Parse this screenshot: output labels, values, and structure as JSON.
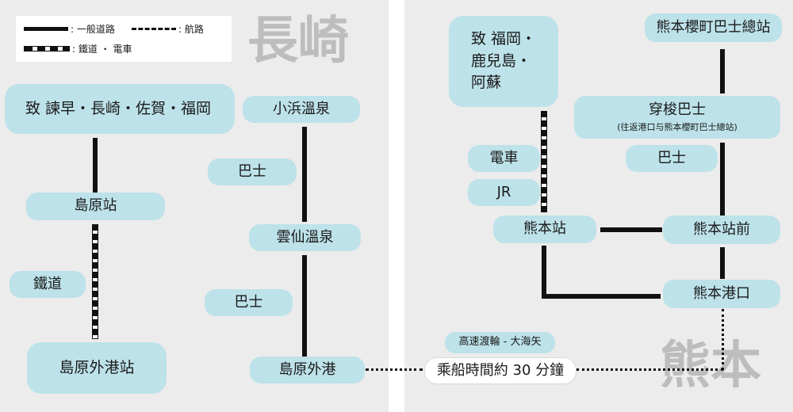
{
  "legend": {
    "road": ": 一般道路",
    "sea": ": 航路",
    "rail": ": 鐵道 ・ 電車"
  },
  "regions": {
    "left": "長崎",
    "right": "熊本"
  },
  "nagasaki": {
    "to_isahaya": "致 諫早・長崎・佐賀・福岡",
    "shimabara_station": "島原站",
    "railway": "鐵道",
    "shimabara_gaiko_station": "島原外港站",
    "obama_onsen": "小浜溫泉",
    "bus_1": "巴士",
    "unzen_onsen": "雲仙溫泉",
    "bus_2": "巴士",
    "shimabara_port": "島原外港"
  },
  "kumamoto": {
    "to_fukuoka": "致 福岡・\n鹿兒島・\n阿蘇",
    "sakuramachi": "熊本櫻町巴士總站",
    "shuttle_title": "穿梭巴士",
    "shuttle_sub": "(往返港口与熊本櫻町巴士總站)",
    "tram": "電車",
    "jr": "JR",
    "bus": "巴士",
    "kumamoto_station": "熊本站",
    "station_front": "熊本站前",
    "kumamoto_port": "熊本港口"
  },
  "ferry": {
    "name": "高速渡輪 - 大海矢",
    "duration": "乘船時間約 30 分鐘"
  }
}
